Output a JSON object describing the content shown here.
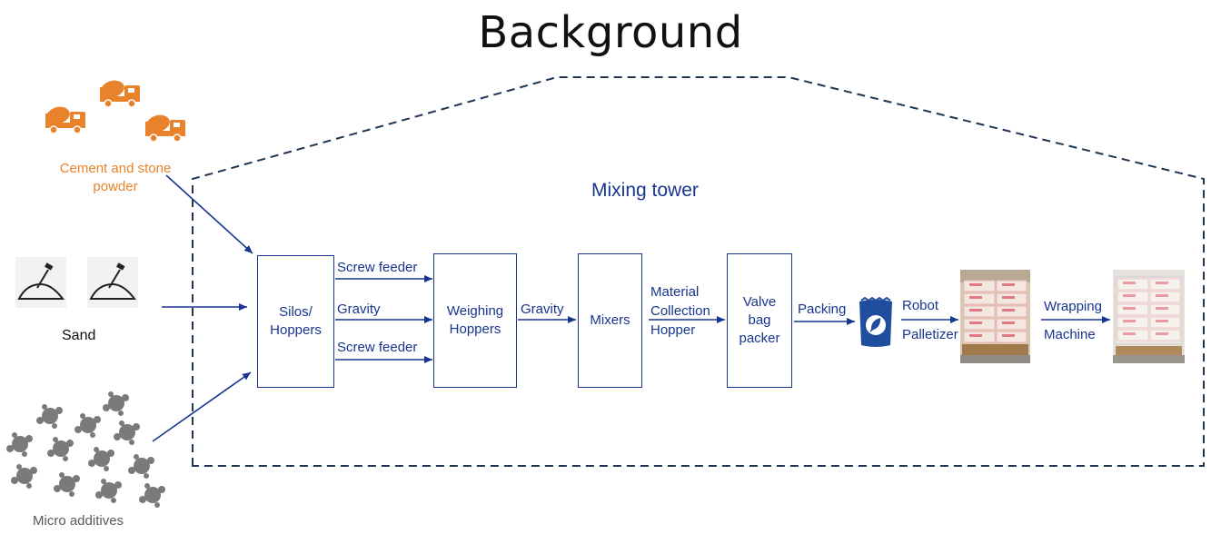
{
  "title": "Background",
  "region_label": "Mixing tower",
  "inputs": {
    "cement": "Cement and stone powder",
    "sand": "Sand",
    "micro": "Micro additives"
  },
  "boxes": {
    "silos": "Silos/\nHoppers",
    "weighing": "Weighing\nHoppers",
    "mixers": "Mixers",
    "valve": "Valve\nbag\npacker"
  },
  "edge_labels": {
    "screw_feeder_top": "Screw feeder",
    "gravity_mid": "Gravity",
    "screw_feeder_bottom": "Screw feeder",
    "gravity_to_mixers": "Gravity",
    "material_collection": "Material\nCollection\nHopper",
    "packing": "Packing",
    "robot": "Robot",
    "palletizer": "Palletizer",
    "wrapping": "Wrapping",
    "machine": "Machine"
  },
  "colors": {
    "flow_blue": "#17358f",
    "input_orange": "#e8822b",
    "additive_grey": "#7a7a7a",
    "dashed_outline": "#1f3550"
  },
  "icons": [
    "cement-truck-icon",
    "sand-pile-icon",
    "additive-splat-icon",
    "bag-icon",
    "pallet-photo",
    "wrapped-pallet-photo"
  ]
}
